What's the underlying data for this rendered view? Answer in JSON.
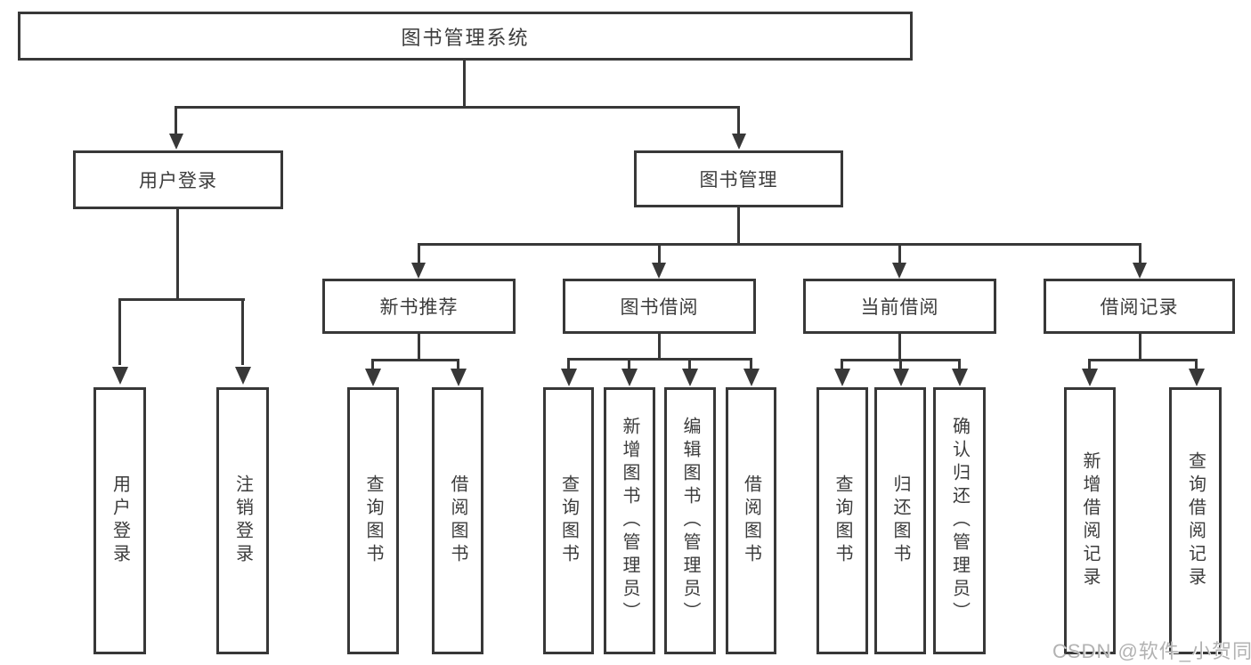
{
  "colors": {
    "line": "#383838",
    "box_border": "#383838",
    "text": "#3c3c3c",
    "watermark": "#b2b2b2",
    "background": "#ffffff"
  },
  "chart_data": {
    "type": "tree-diagram",
    "title": "图书管理系统"
  },
  "tree": {
    "root": "图书管理系统",
    "branches": [
      {
        "label": "用户登录",
        "children": [
          "用户登录",
          "注销登录"
        ]
      },
      {
        "label": "图书管理",
        "groups": [
          {
            "label": "新书推荐",
            "children": [
              "查询图书",
              "借阅图书"
            ]
          },
          {
            "label": "图书借阅",
            "children": [
              "查询图书",
              "新增图书（管理员）",
              "编辑图书（管理员）",
              "借阅图书"
            ]
          },
          {
            "label": "当前借阅",
            "children": [
              "查询图书",
              "归还图书",
              "确认归还（管理员）"
            ]
          },
          {
            "label": "借阅记录",
            "children": [
              "新增借阅记录",
              "查询借阅记录"
            ]
          }
        ]
      }
    ]
  },
  "watermark": {
    "text": "CSDN @软件_小贺同学"
  }
}
